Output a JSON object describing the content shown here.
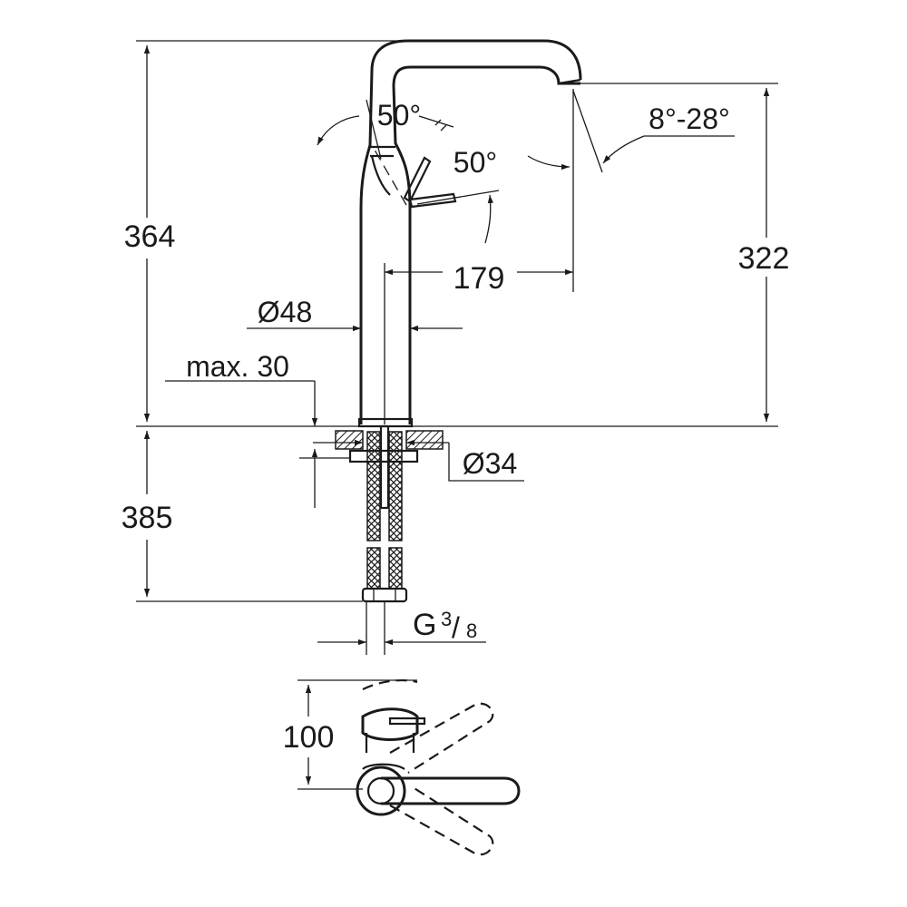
{
  "dimensions": {
    "total_height": "364",
    "spout_height": "322",
    "projection": "179",
    "body_diameter": "Ø48",
    "max_thickness": "max. 30",
    "hole_diameter": "Ø34",
    "hose_length": "385",
    "connection_thread": "G",
    "thread_num": "3",
    "thread_slash": "/",
    "thread_den": "8",
    "lever_depth": "100"
  },
  "angles": {
    "lever_tilt": "50°",
    "lever_swing": "50°",
    "spout_angle": "8°-28°"
  }
}
